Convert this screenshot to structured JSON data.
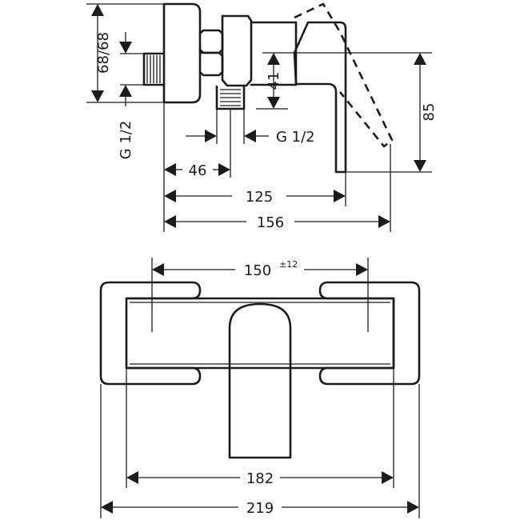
{
  "dimensions": {
    "side_view": {
      "connection_spacing": "68/68",
      "thread_vertical": "G 1/2",
      "thread_horizontal": "G 1/2",
      "height_41": "41",
      "height_85": "85",
      "depth_46": "46",
      "depth_125": "125",
      "depth_156": "156"
    },
    "front_view": {
      "centre_distance": "150",
      "tolerance": "±12",
      "width_182": "182",
      "width_219": "219"
    }
  }
}
